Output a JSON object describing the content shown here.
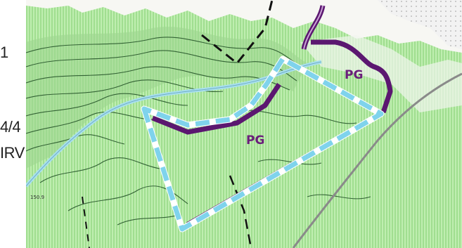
{
  "map": {
    "zone_labels": [
      "PG",
      "PG"
    ],
    "edge_text": [
      "1",
      "4/4",
      "IRV"
    ],
    "elevation_label": "150.9",
    "colors": {
      "forest_fill": "#bfeeb0",
      "forest_hatch": "#7fcf6e",
      "contour": "#1f4d24",
      "boundary_purple": "#5b1770",
      "dashed_outline": "#7fd3ec",
      "river": "#a7dff0",
      "road": "#8a8a8a",
      "border_black": "#111111"
    }
  }
}
